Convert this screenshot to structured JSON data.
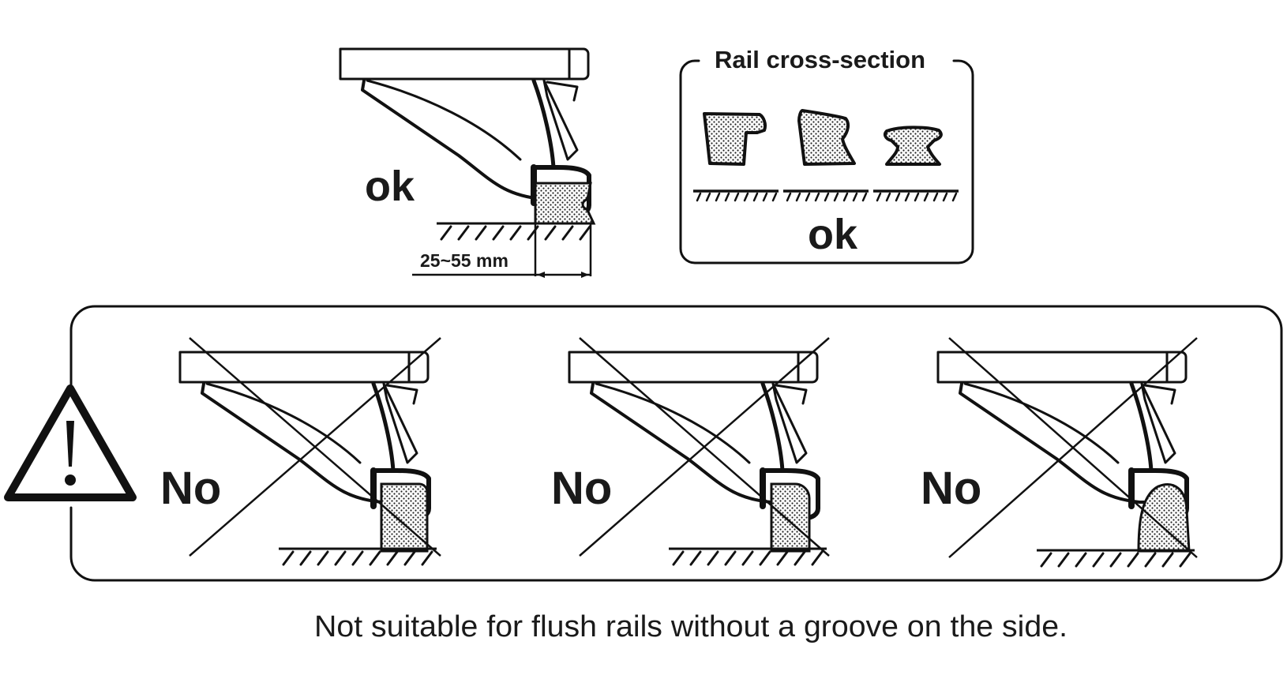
{
  "top_example": {
    "verdict": "ok",
    "dimension_label": "25~55 mm"
  },
  "rail_cross_section": {
    "title": "Rail cross-section",
    "verdict": "ok",
    "shapes": [
      "grooved-rectangular-rail",
      "grooved-sloped-rail",
      "double-groove-rail"
    ]
  },
  "not_allowed": {
    "warning_icon": "warning-triangle-icon",
    "examples": [
      {
        "verdict": "No",
        "rail_shape": "rounded-top-rail"
      },
      {
        "verdict": "No",
        "rail_shape": "rounded-top-rail"
      },
      {
        "verdict": "No",
        "rail_shape": "dome-rail"
      }
    ]
  },
  "caption": "Not suitable for flush rails without a groove on the side.",
  "colors": {
    "ink": "#111111",
    "paper": "#ffffff",
    "hatch_fill": "#cfcfcf"
  }
}
